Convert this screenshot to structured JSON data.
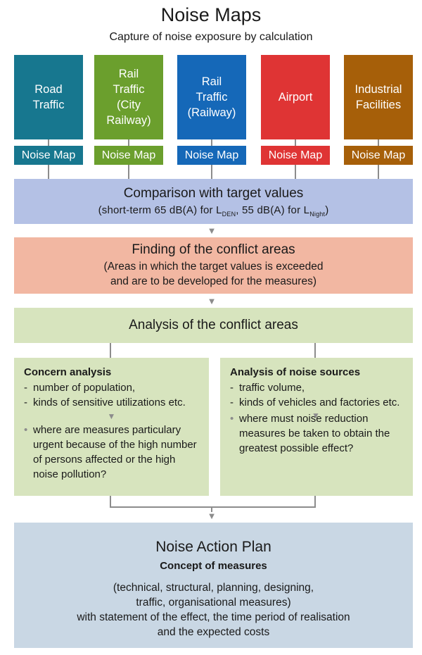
{
  "header": {
    "title": "Noise Maps",
    "subtitle": "Capture of noise exposure by calculation"
  },
  "sources": [
    {
      "label": "Road\nTraffic",
      "map_label": "Noise Map",
      "color": "#17778f"
    },
    {
      "label": "Rail\nTraffic\n(City\nRailway)",
      "map_label": "Noise Map",
      "color": "#6b9f2d"
    },
    {
      "label": "Rail\nTraffic\n(Railway)",
      "map_label": "Noise Map",
      "color": "#1568b8"
    },
    {
      "label": "Airport",
      "map_label": "Noise Map",
      "color": "#df3434"
    },
    {
      "label": "Industrial\nFacilities",
      "map_label": "Noise Map",
      "color": "#a65f09"
    }
  ],
  "comparison": {
    "title": "Comparison with target values",
    "detail_prefix": "(short-term 65 dB(A) for L",
    "detail_sub1": "DEN",
    "detail_mid": ", 55 dB(A) for L",
    "detail_sub2": "Night",
    "detail_suffix": ")"
  },
  "conflict": {
    "title": "Finding of the conflict areas",
    "detail": "(Areas in which the target values is exceeded\nand are to be developed for the measures)"
  },
  "analysis": {
    "title": "Analysis of the conflict areas"
  },
  "concern": {
    "title": "Concern analysis",
    "items": [
      "number of population,",
      "kinds of sensitive utilizations etc."
    ],
    "question": "where are measures particulary urgent because of the high number of persons affected or the high noise pollution?"
  },
  "noise_sources": {
    "title": "Analysis of noise sources",
    "items": [
      "traffic volume,",
      "kinds of vehicles and factories etc."
    ],
    "question": "where must noise reduction measures be taken to obtain the greatest possible effect?"
  },
  "plan": {
    "title": "Noise Action Plan",
    "subtitle": "Concept of measures",
    "body": "(technical, structural, planning, designing,\ntraffic, organisational measures)\nwith statement of the effect, the time period of realisation\nand the expected costs"
  },
  "arrow_glyph": "▼"
}
